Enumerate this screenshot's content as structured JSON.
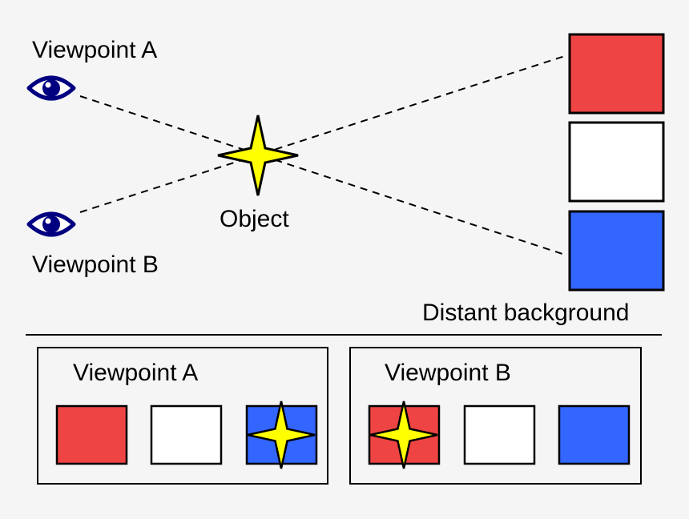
{
  "labels": {
    "viewpoint_a": "Viewpoint A",
    "viewpoint_b": "Viewpoint B",
    "object": "Object",
    "distant_background": "Distant background",
    "panel_a_title": "Viewpoint A",
    "panel_b_title": "Viewpoint B"
  },
  "colors": {
    "background": "#f5f5f5",
    "red": "#ee4444",
    "white": "#ffffff",
    "blue": "#3366ff",
    "star": "#ffff00",
    "eye": "#000080",
    "line": "#000000"
  },
  "icons": {
    "viewpoint": "eye-icon",
    "object": "four-point-star-icon"
  }
}
